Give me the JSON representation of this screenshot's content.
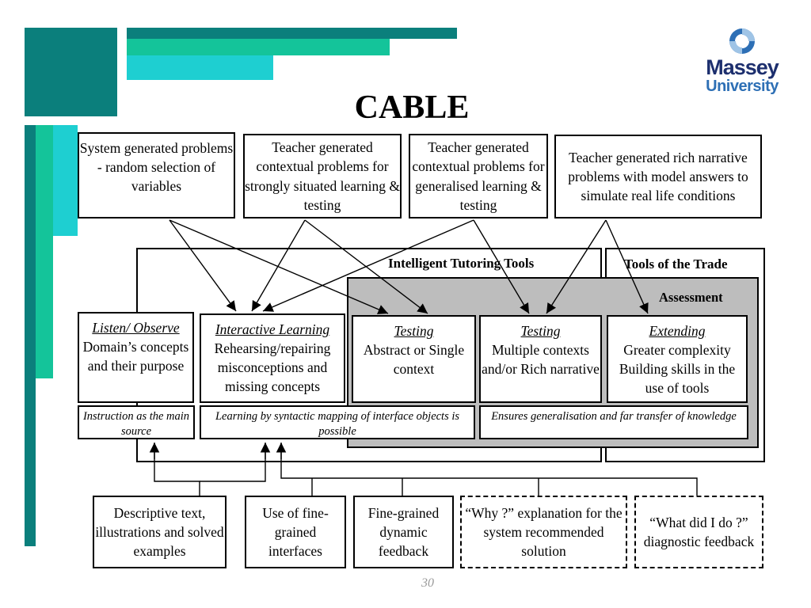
{
  "title": "CABLE",
  "page_number": "30",
  "logo": {
    "line1": "Massey",
    "line2": "University"
  },
  "colors": {
    "teal_dark": "#0b7f7c",
    "teal_mid": "#14c49a",
    "cyan": "#1ecfd1",
    "panel_gray": "#bdbdbd"
  },
  "sources": [
    "System generated problems - random selection of variables",
    "Teacher generated contextual problems for strongly situated learning & testing",
    "Teacher generated contextual problems for generalised learning & testing",
    "Teacher generated rich narrative problems with model answers to simulate real life conditions"
  ],
  "panels": {
    "itt": "Intelligent Tutoring Tools",
    "trade": "Tools of the Trade",
    "assessment": "Assessment"
  },
  "columns": [
    {
      "head": "Listen/ Observe",
      "body": "Domain’s concepts and their purpose"
    },
    {
      "head": "Interactive  Learning",
      "body": "Rehearsing/repairing misconceptions and missing concepts"
    },
    {
      "head": "Testing",
      "body": "Abstract or Single context"
    },
    {
      "head": "Testing",
      "body": "Multiple contexts and/or Rich narrative"
    },
    {
      "head": "Extending",
      "body": "Greater complexity Building skills in the use of tools"
    }
  ],
  "notes": [
    "Instruction as the main  source",
    "Learning by syntactic mapping of interface objects is possible",
    "Ensures generalisation and far transfer of knowledge"
  ],
  "resources": [
    "Descriptive text, illustrations and solved examples",
    "Use of fine-grained interfaces",
    "Fine-grained dynamic feedback",
    "“Why ?” explanation for the system recommended solution",
    "“What did I do ?” diagnostic feedback"
  ]
}
